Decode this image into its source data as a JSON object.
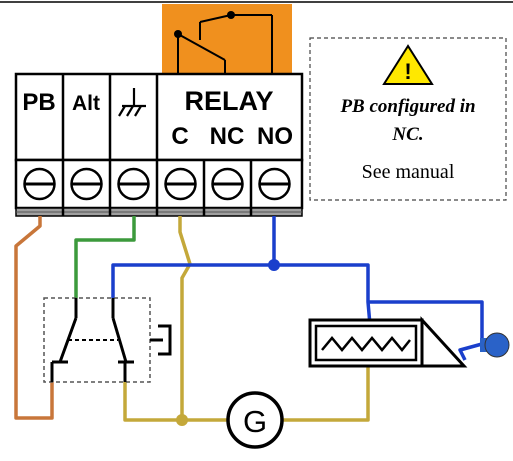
{
  "terminal_block": {
    "labels": {
      "pb": "PB",
      "alt": "Alt",
      "relay": "RELAY",
      "c": "C",
      "nc": "NC",
      "no": "NO"
    },
    "ground_symbol": "ground-icon",
    "screw_count": 6
  },
  "note": {
    "line1": "PB configured in",
    "line2": "NC.",
    "line3": "See manual",
    "icon": "warning-icon"
  },
  "generator_label": "G",
  "colors": {
    "relay_bg": "#f0901e",
    "wire_orange": "#c8763a",
    "wire_green": "#3c9a3c",
    "wire_yellow": "#c4a83a",
    "wire_blue": "#1a3fcc",
    "warning_yellow": "#ffe800",
    "motor_blue": "#2a62c8"
  }
}
